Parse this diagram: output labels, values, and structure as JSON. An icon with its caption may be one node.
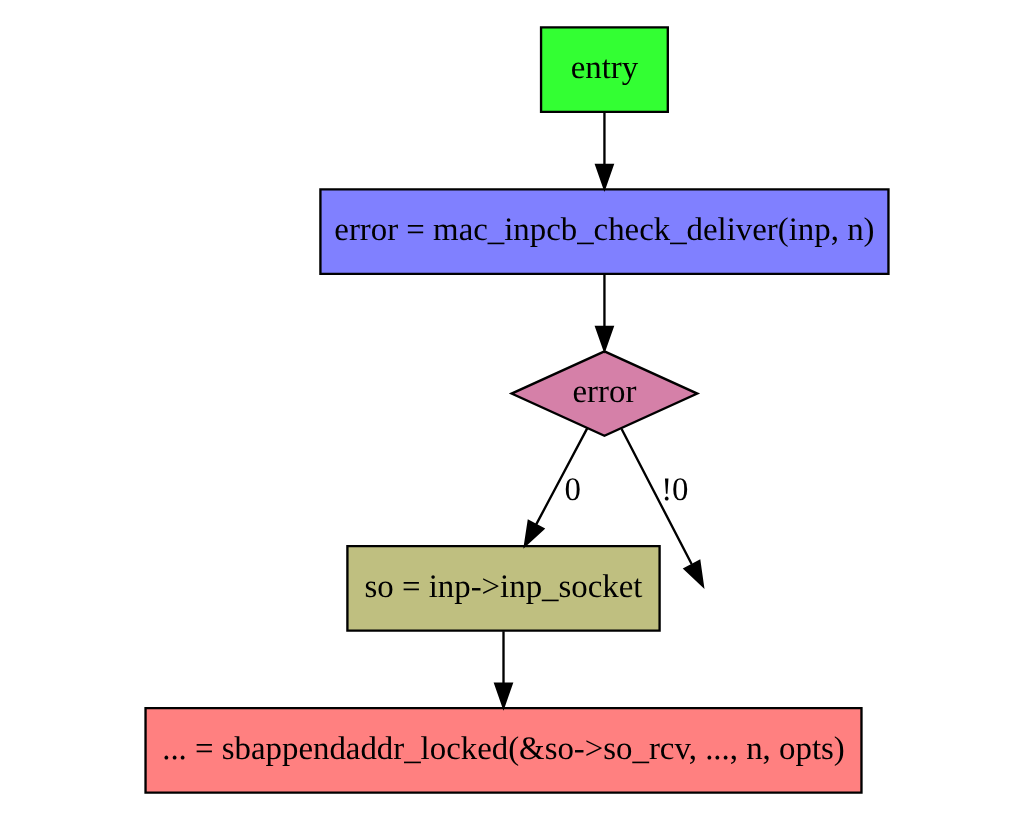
{
  "diagram": {
    "nodes": [
      {
        "text": [
          "entry"
        ]
      },
      {
        "text": [
          "error = mac_inpcb_check_deliver(inp, n)"
        ]
      },
      {
        "text": [
          "error"
        ]
      },
      {
        "text": [
          "so = inp->inp_socket"
        ]
      },
      {
        "text": [
          "... = sbappendaddr_locked(&so->so_rcv, ..., n, opts)"
        ]
      }
    ],
    "edges": [
      {
        "from": 0,
        "to": 1,
        "arrow": "to"
      },
      {
        "from": 1,
        "to": 2,
        "arrow": "to"
      },
      {
        "from": 2,
        "to": null,
        "arrow": "to",
        "label": "!0"
      },
      {
        "from": 2,
        "to": 3,
        "arrow": "to",
        "label": "0"
      },
      {
        "from": 3,
        "to": 4,
        "arrow": "to"
      }
    ]
  }
}
